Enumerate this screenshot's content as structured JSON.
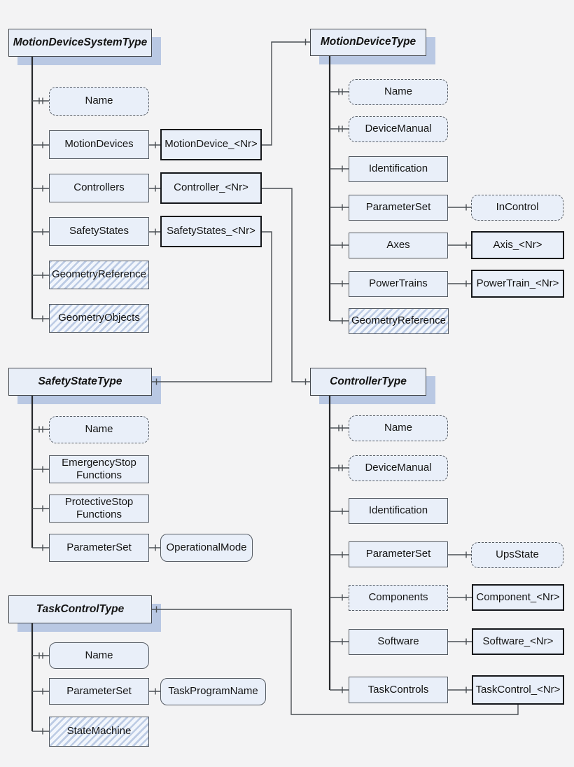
{
  "colors": {
    "background": "#f3f3f4",
    "box_fill": "#e9eff9",
    "header_shadow": "#b9c8e3",
    "hatch_stripe": "#bccbe4",
    "border": "#555b63",
    "instance_border": "#14161a",
    "connector": "#4b5054"
  },
  "notation": {
    "single_tick": "component-reference-mark",
    "double_tick": "property-reference-mark"
  },
  "groups": [
    {
      "header": {
        "label": "MotionDeviceSystemType"
      },
      "children": [
        {
          "label": "Name"
        },
        {
          "label": "MotionDevices",
          "instance": "MotionDevice_<Nr>"
        },
        {
          "label": "Controllers",
          "instance": "Controller_<Nr>"
        },
        {
          "label": "SafetyStates",
          "instance": "SafetyStates_<Nr>"
        },
        {
          "label": "GeometryReference"
        },
        {
          "label": "GeometryObjects"
        }
      ]
    },
    {
      "header": {
        "label": "MotionDeviceType"
      },
      "children": [
        {
          "label": "Name"
        },
        {
          "label": "DeviceManual"
        },
        {
          "label": "Identification"
        },
        {
          "label": "ParameterSet",
          "instance": "InControl"
        },
        {
          "label": "Axes",
          "instance": "Axis_<Nr>"
        },
        {
          "label": "PowerTrains",
          "instance": "PowerTrain_<Nr>"
        },
        {
          "label": "GeometryReference"
        }
      ]
    },
    {
      "header": {
        "label": "SafetyStateType"
      },
      "children": [
        {
          "label": "Name"
        },
        {
          "label": "EmergencyStop\nFunctions"
        },
        {
          "label": "ProtectiveStop\nFunctions"
        },
        {
          "label": "ParameterSet",
          "instance": "OperationalMode"
        }
      ]
    },
    {
      "header": {
        "label": "ControllerType"
      },
      "children": [
        {
          "label": "Name"
        },
        {
          "label": "DeviceManual"
        },
        {
          "label": "Identification"
        },
        {
          "label": "ParameterSet",
          "instance": "UpsState"
        },
        {
          "label": "Components",
          "instance": "Component_<Nr>"
        },
        {
          "label": "Software",
          "instance": "Software_<Nr>"
        },
        {
          "label": "TaskControls",
          "instance": "TaskControl_<Nr>"
        }
      ]
    },
    {
      "header": {
        "label": "TaskControlType"
      },
      "children": [
        {
          "label": "Name"
        },
        {
          "label": "ParameterSet",
          "instance": "TaskProgramName"
        },
        {
          "label": "StateMachine"
        }
      ]
    }
  ]
}
